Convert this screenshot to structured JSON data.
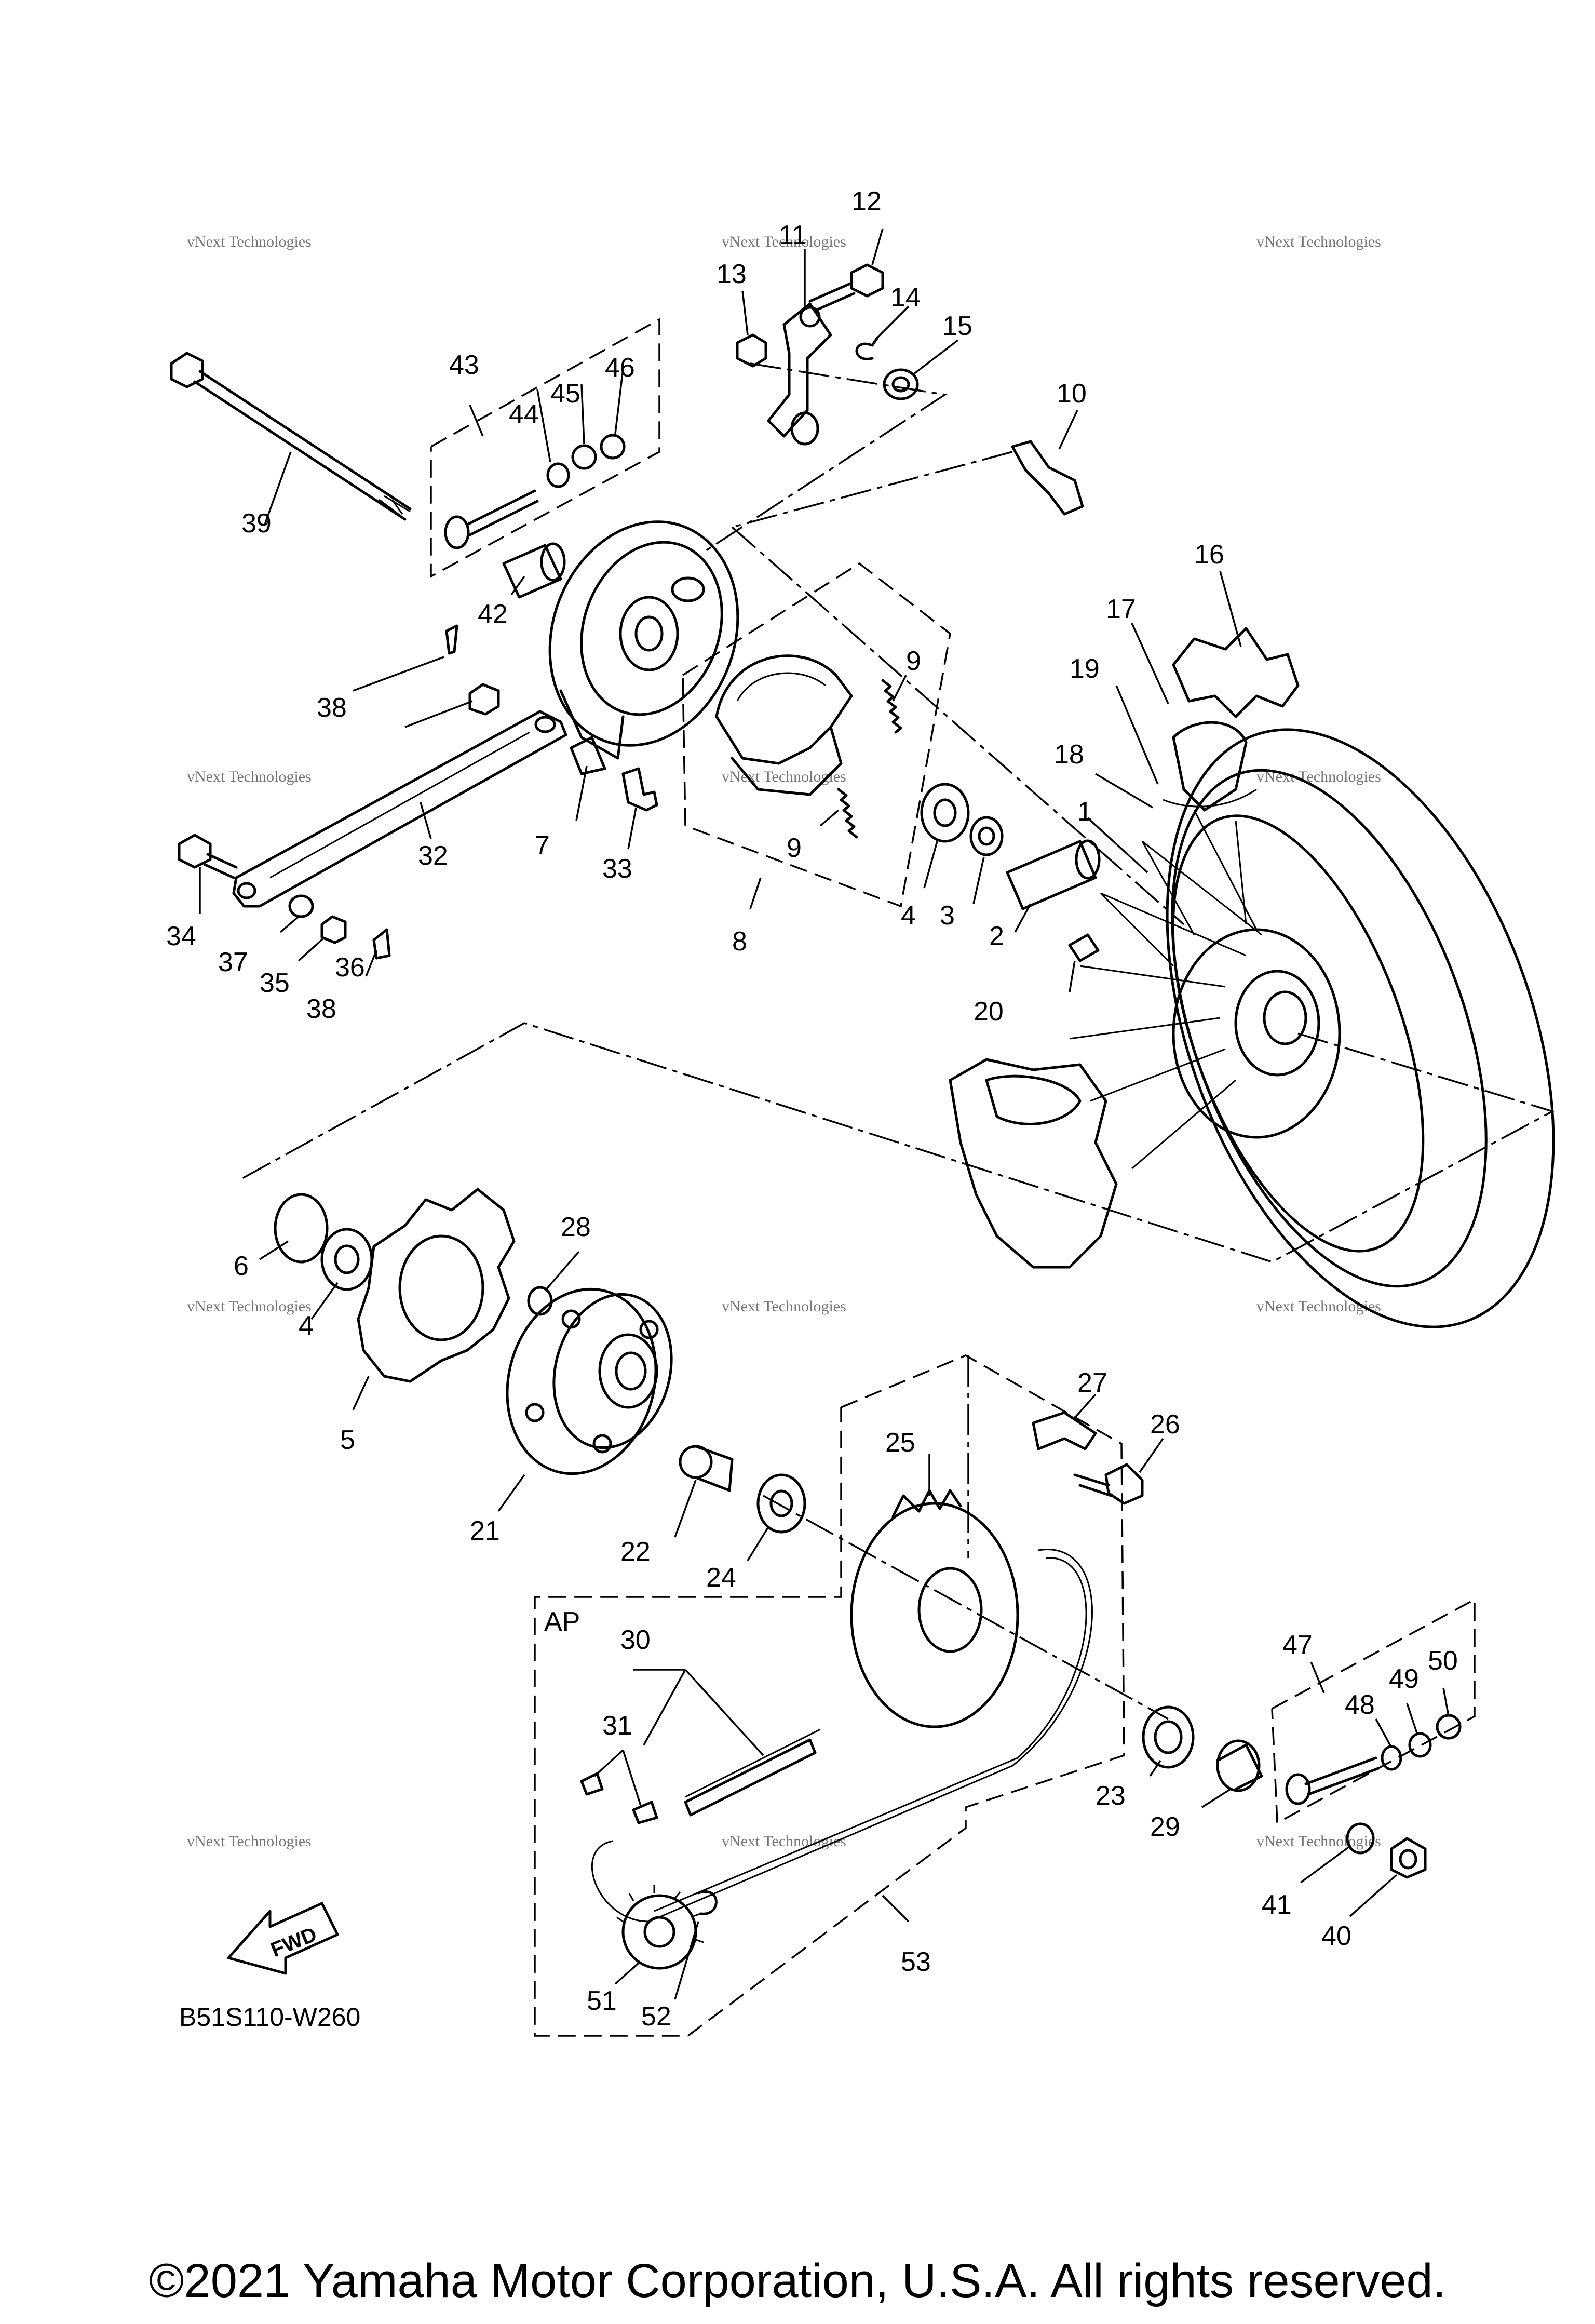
{
  "diagram_code": "B51S110-W260",
  "copyright": "©2021 Yamaha Motor Corporation, U.S.A. All rights reserved.",
  "fwd_label": "FWD",
  "ap_label": "AP",
  "watermark": {
    "line1": "vNext Technologies",
    "line2": "vNext",
    "line3": "Technologies"
  },
  "callouts": [
    {
      "id": "1",
      "text": "1"
    },
    {
      "id": "2",
      "text": "2"
    },
    {
      "id": "3",
      "text": "3"
    },
    {
      "id": "4a",
      "text": "4"
    },
    {
      "id": "4b",
      "text": "4"
    },
    {
      "id": "5",
      "text": "5"
    },
    {
      "id": "6",
      "text": "6"
    },
    {
      "id": "7",
      "text": "7"
    },
    {
      "id": "8",
      "text": "8"
    },
    {
      "id": "9a",
      "text": "9"
    },
    {
      "id": "9b",
      "text": "9"
    },
    {
      "id": "10",
      "text": "10"
    },
    {
      "id": "11",
      "text": "11"
    },
    {
      "id": "12",
      "text": "12"
    },
    {
      "id": "13",
      "text": "13"
    },
    {
      "id": "14",
      "text": "14"
    },
    {
      "id": "15",
      "text": "15"
    },
    {
      "id": "16",
      "text": "16"
    },
    {
      "id": "17",
      "text": "17"
    },
    {
      "id": "18",
      "text": "18"
    },
    {
      "id": "19",
      "text": "19"
    },
    {
      "id": "20",
      "text": "20"
    },
    {
      "id": "21",
      "text": "21"
    },
    {
      "id": "22",
      "text": "22"
    },
    {
      "id": "23",
      "text": "23"
    },
    {
      "id": "24",
      "text": "24"
    },
    {
      "id": "25",
      "text": "25"
    },
    {
      "id": "26",
      "text": "26"
    },
    {
      "id": "27",
      "text": "27"
    },
    {
      "id": "28",
      "text": "28"
    },
    {
      "id": "29",
      "text": "29"
    },
    {
      "id": "30",
      "text": "30"
    },
    {
      "id": "31",
      "text": "31"
    },
    {
      "id": "32",
      "text": "32"
    },
    {
      "id": "33",
      "text": "33"
    },
    {
      "id": "34",
      "text": "34"
    },
    {
      "id": "35",
      "text": "35"
    },
    {
      "id": "36",
      "text": "36"
    },
    {
      "id": "37",
      "text": "37"
    },
    {
      "id": "38a",
      "text": "38"
    },
    {
      "id": "38b",
      "text": "38"
    },
    {
      "id": "39",
      "text": "39"
    },
    {
      "id": "40",
      "text": "40"
    },
    {
      "id": "41",
      "text": "41"
    },
    {
      "id": "42",
      "text": "42"
    },
    {
      "id": "43",
      "text": "43"
    },
    {
      "id": "44",
      "text": "44"
    },
    {
      "id": "45",
      "text": "45"
    },
    {
      "id": "46",
      "text": "46"
    },
    {
      "id": "47",
      "text": "47"
    },
    {
      "id": "48",
      "text": "48"
    },
    {
      "id": "49",
      "text": "49"
    },
    {
      "id": "50",
      "text": "50"
    },
    {
      "id": "51",
      "text": "51"
    },
    {
      "id": "52",
      "text": "52"
    },
    {
      "id": "53",
      "text": "53"
    }
  ]
}
